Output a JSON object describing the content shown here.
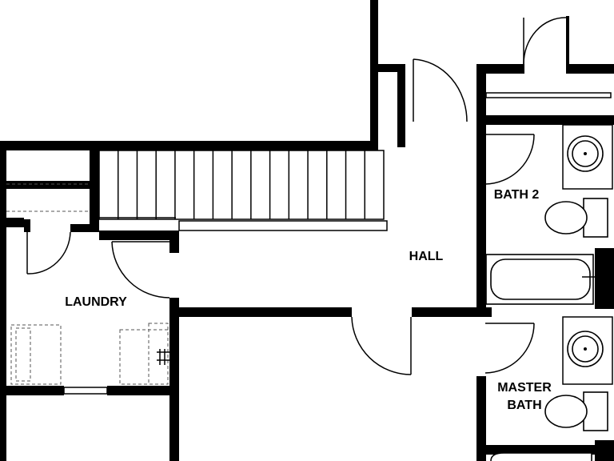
{
  "rooms": {
    "hall": "HALL",
    "laundry": "LAUNDRY",
    "bath2": "BATH 2",
    "master_bath_line1": "MASTER",
    "master_bath_line2": "BATH"
  },
  "colors": {
    "wall": "#000000",
    "background": "#ffffff"
  }
}
